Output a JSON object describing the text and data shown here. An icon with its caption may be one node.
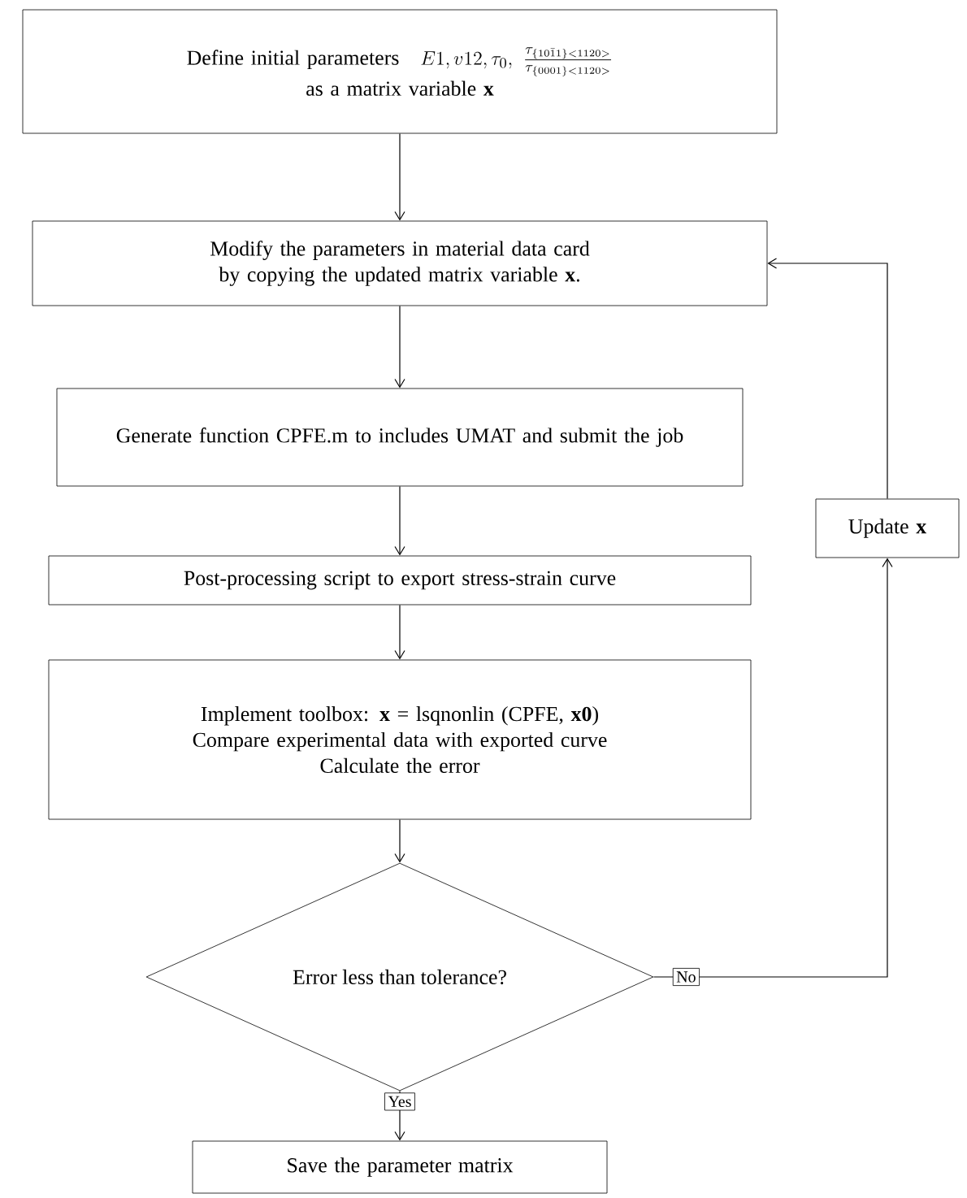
{
  "diagram": {
    "nodes": [
      {
        "text": [
          "Define initial parameters",
          "E1, v12, \\tau_0,\\ \\frac{\\tau_{\\{10\\bar{1}1\\}<1120>}}{\\tau_{\\{0001\\}<1120>}}",
          "as a matrix variable **x**"
        ]
      },
      {
        "text": [
          "Modify the parameters in material data card by copying the updated matrix variable **x**."
        ]
      },
      {
        "text": [
          "Generate function CPFE.m to includes UMAT and submit the job"
        ]
      },
      {
        "text": [
          "Post-processing script to export stress-strain curve"
        ]
      },
      {
        "text": [
          "Implement toolbox: **x** = lsqnonlin (CPFE, **x0**)",
          "Compare experimental data with exported curve",
          "Calculate the error"
        ]
      },
      {
        "text": [
          "Error less than tolerance?"
        ]
      },
      {
        "text": [
          "Save the parameter matrix"
        ]
      },
      {
        "text": [
          "Update **x**"
        ]
      }
    ],
    "edges": [
      {
        "from": 0,
        "to": 1,
        "arrow": "to"
      },
      {
        "from": 1,
        "to": 2,
        "arrow": "to"
      },
      {
        "from": 2,
        "to": 3,
        "arrow": "to"
      },
      {
        "from": 3,
        "to": 4,
        "arrow": "to"
      },
      {
        "from": 4,
        "to": 5,
        "arrow": "to"
      },
      {
        "from": 5,
        "to": 6,
        "arrow": "to",
        "label": "Yes"
      },
      {
        "from": 5,
        "to": 7,
        "arrow": "to",
        "label": "No"
      },
      {
        "from": 7,
        "to": 1,
        "arrow": "to"
      }
    ]
  }
}
